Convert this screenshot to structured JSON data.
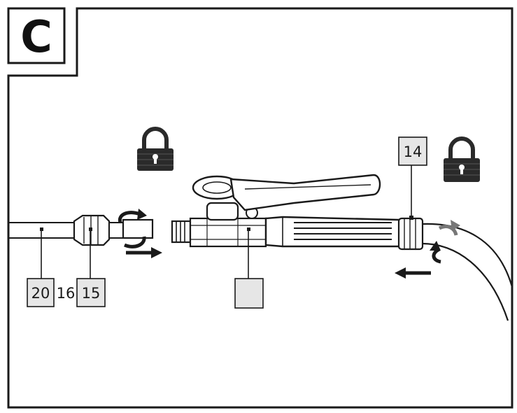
{
  "panel": {
    "letter": "C"
  },
  "callouts": {
    "label_20": "20",
    "label_16": "16",
    "label_15": "15",
    "label_14": "14",
    "label_blank": ""
  },
  "icons": {
    "lock_left": "lock-icon",
    "lock_right": "lock-icon",
    "arrow_right": "arrow-right-icon",
    "arrow_left": "arrow-left-icon",
    "rotate_left": "rotate-icon",
    "rotate_right": "rotate-icon"
  },
  "colors": {
    "line": "#1a1a1a",
    "label_fill": "#e6e6e6",
    "lock": "#2a2a2a"
  }
}
